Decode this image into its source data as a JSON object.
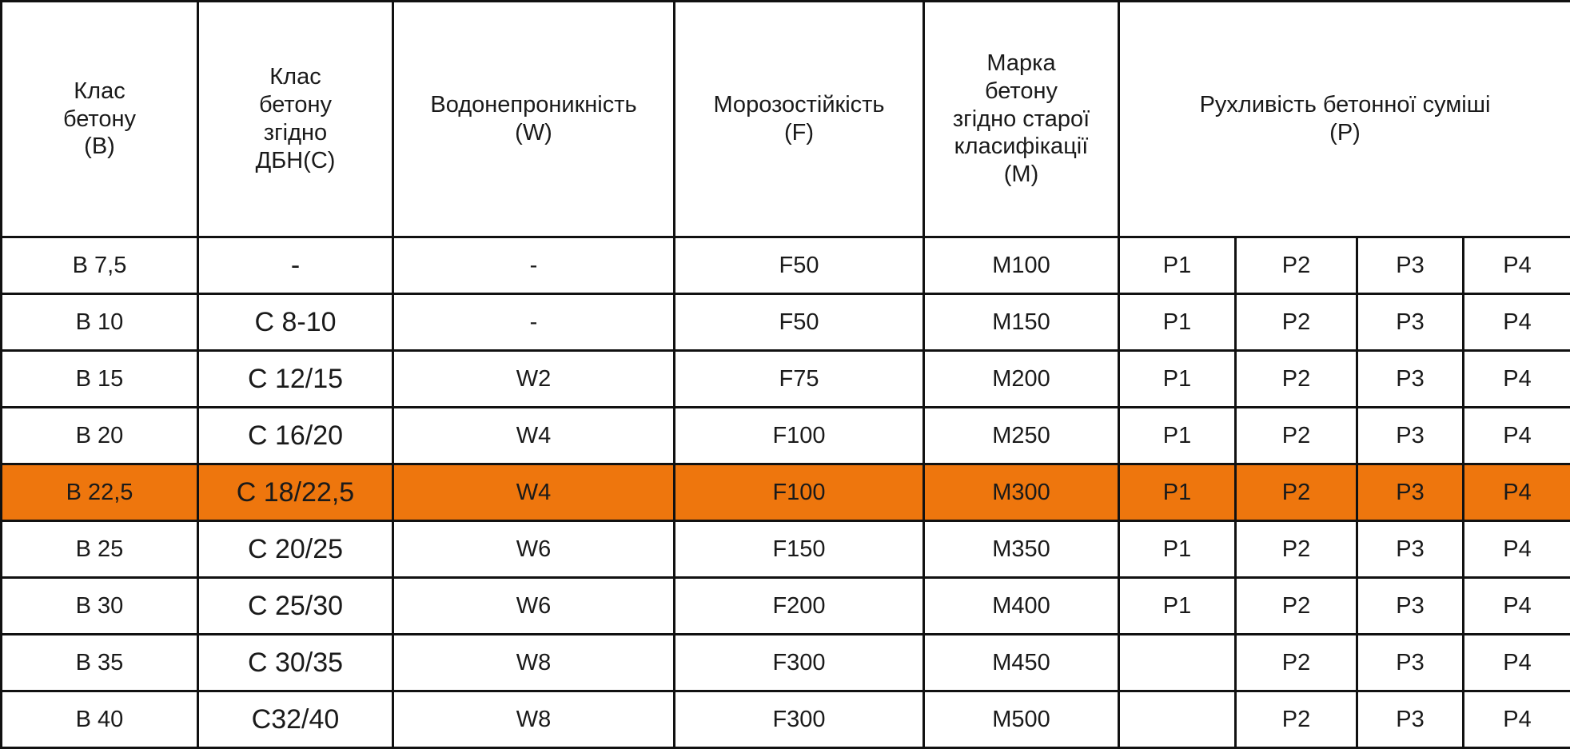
{
  "table": {
    "headers": {
      "class_b": "Клас\nбетону\n(B)",
      "class_c": "Клас\nбетону\nзгідно\nДБН(С)",
      "water": "Водонепроникність\n(W)",
      "frost": "Морозостійкість\n(F)",
      "grade": "Марка\nбетону\nзгідно старої\nкласифікації\n(М)",
      "mobility": "Рухливість бетонної суміші\n(Р)"
    },
    "highlight_color": "#ee760d",
    "highlighted_row": "B 22,5",
    "rows": [
      {
        "b": "B 7,5",
        "c": "-",
        "w": "-",
        "f": "F50",
        "m": "M100",
        "p1": "P1",
        "p2": "P2",
        "p3": "P3",
        "p4": "P4"
      },
      {
        "b": "B 10",
        "c": "C 8-10",
        "w": "-",
        "f": "F50",
        "m": "M150",
        "p1": "P1",
        "p2": "P2",
        "p3": "P3",
        "p4": "P4"
      },
      {
        "b": "B 15",
        "c": "C 12/15",
        "w": "W2",
        "f": "F75",
        "m": "M200",
        "p1": "P1",
        "p2": "P2",
        "p3": "P3",
        "p4": "P4"
      },
      {
        "b": "B 20",
        "c": "C 16/20",
        "w": "W4",
        "f": "F100",
        "m": "M250",
        "p1": "P1",
        "p2": "P2",
        "p3": "P3",
        "p4": "P4"
      },
      {
        "b": "B 22,5",
        "c": "C 18/22,5",
        "w": "W4",
        "f": "F100",
        "m": "M300",
        "p1": "P1",
        "p2": "P2",
        "p3": "P3",
        "p4": "P4"
      },
      {
        "b": "B 25",
        "c": "C 20/25",
        "w": "W6",
        "f": "F150",
        "m": "M350",
        "p1": "P1",
        "p2": "P2",
        "p3": "P3",
        "p4": "P4"
      },
      {
        "b": "B 30",
        "c": "C 25/30",
        "w": "W6",
        "f": "F200",
        "m": "M400",
        "p1": "P1",
        "p2": "P2",
        "p3": "P3",
        "p4": "P4"
      },
      {
        "b": "B 35",
        "c": "C 30/35",
        "w": "W8",
        "f": "F300",
        "m": "M450",
        "p1": "",
        "p2": "P2",
        "p3": "P3",
        "p4": "P4"
      },
      {
        "b": "B 40",
        "c": "C32/40",
        "w": "W8",
        "f": "F300",
        "m": "M500",
        "p1": "",
        "p2": "P2",
        "p3": "P3",
        "p4": "P4"
      }
    ]
  }
}
